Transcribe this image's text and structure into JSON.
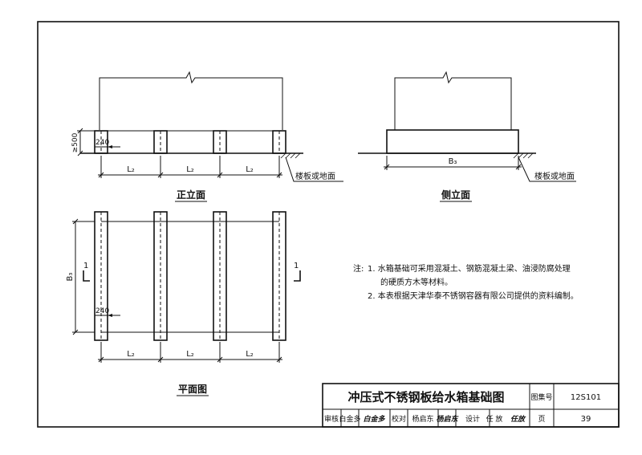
{
  "front_elevation": {
    "title": "正立面",
    "height_dim": "≥500",
    "width_dim": "240",
    "spans": [
      "L₂",
      "L₂",
      "L₂"
    ],
    "floor_label": "楼板或地面"
  },
  "side_elevation": {
    "title": "侧立面",
    "width_dim": "B₃",
    "floor_label": "楼板或地面"
  },
  "plan": {
    "title": "平面图",
    "depth_dim": "B₃",
    "width_dim": "240",
    "spans": [
      "L₂",
      "L₂",
      "L₂"
    ],
    "section_mark_left": "1",
    "section_mark_right": "1"
  },
  "notes": {
    "prefix": "注:",
    "items": [
      "1. 水箱基础可采用混凝土、钢筋混凝土梁、油浸防腐处理",
      "的硬质方木等材料。",
      "2. 本表根据天津华泰不锈钢容器有限公司提供的资料编制。"
    ]
  },
  "title_block": {
    "title": "冲压式不锈钢板给水箱基础图",
    "atlas_label": "图集号",
    "atlas_no": "12S101",
    "review_label": "审核",
    "review_name": "白金多",
    "review_sign": "白金多",
    "check_label": "校对",
    "check_name": "杨启东",
    "check_sign": "杨启东",
    "design_label": "设计",
    "design_name": "任 放",
    "design_sign": "任放",
    "page_label": "页",
    "page_no": "39"
  }
}
